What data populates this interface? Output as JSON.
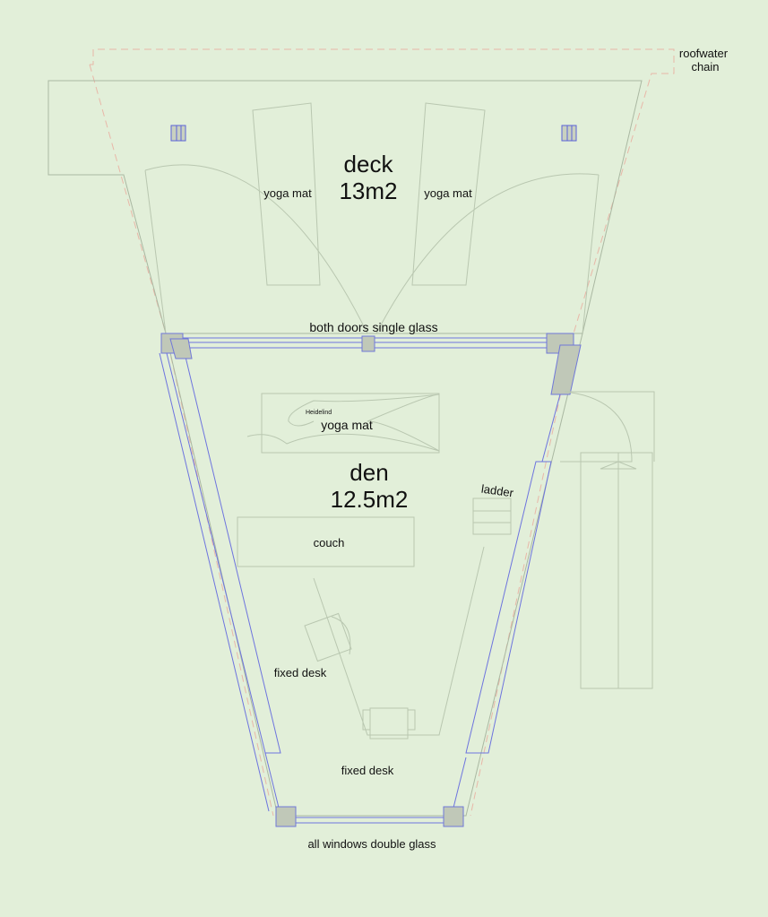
{
  "labels": {
    "roofwater_line1": "roofwater",
    "roofwater_line2": "chain",
    "deck_name": "deck",
    "deck_area": "13m2",
    "deck_yoga_mat_left": "yoga mat",
    "deck_yoga_mat_right": "yoga mat",
    "doors_note": "both doors single glass",
    "mat_owner": "Heidelind",
    "den_yoga_mat": "yoga mat",
    "den_name": "den",
    "den_area": "12.5m2",
    "ladder": "ladder",
    "couch": "couch",
    "desk_upper": "fixed desk",
    "desk_lower": "fixed desk",
    "windows_note": "all windows double glass"
  },
  "colors": {
    "background": "#e2efd9",
    "window_frame": "#5a62d8",
    "roof_line": "#e8b7a8"
  }
}
